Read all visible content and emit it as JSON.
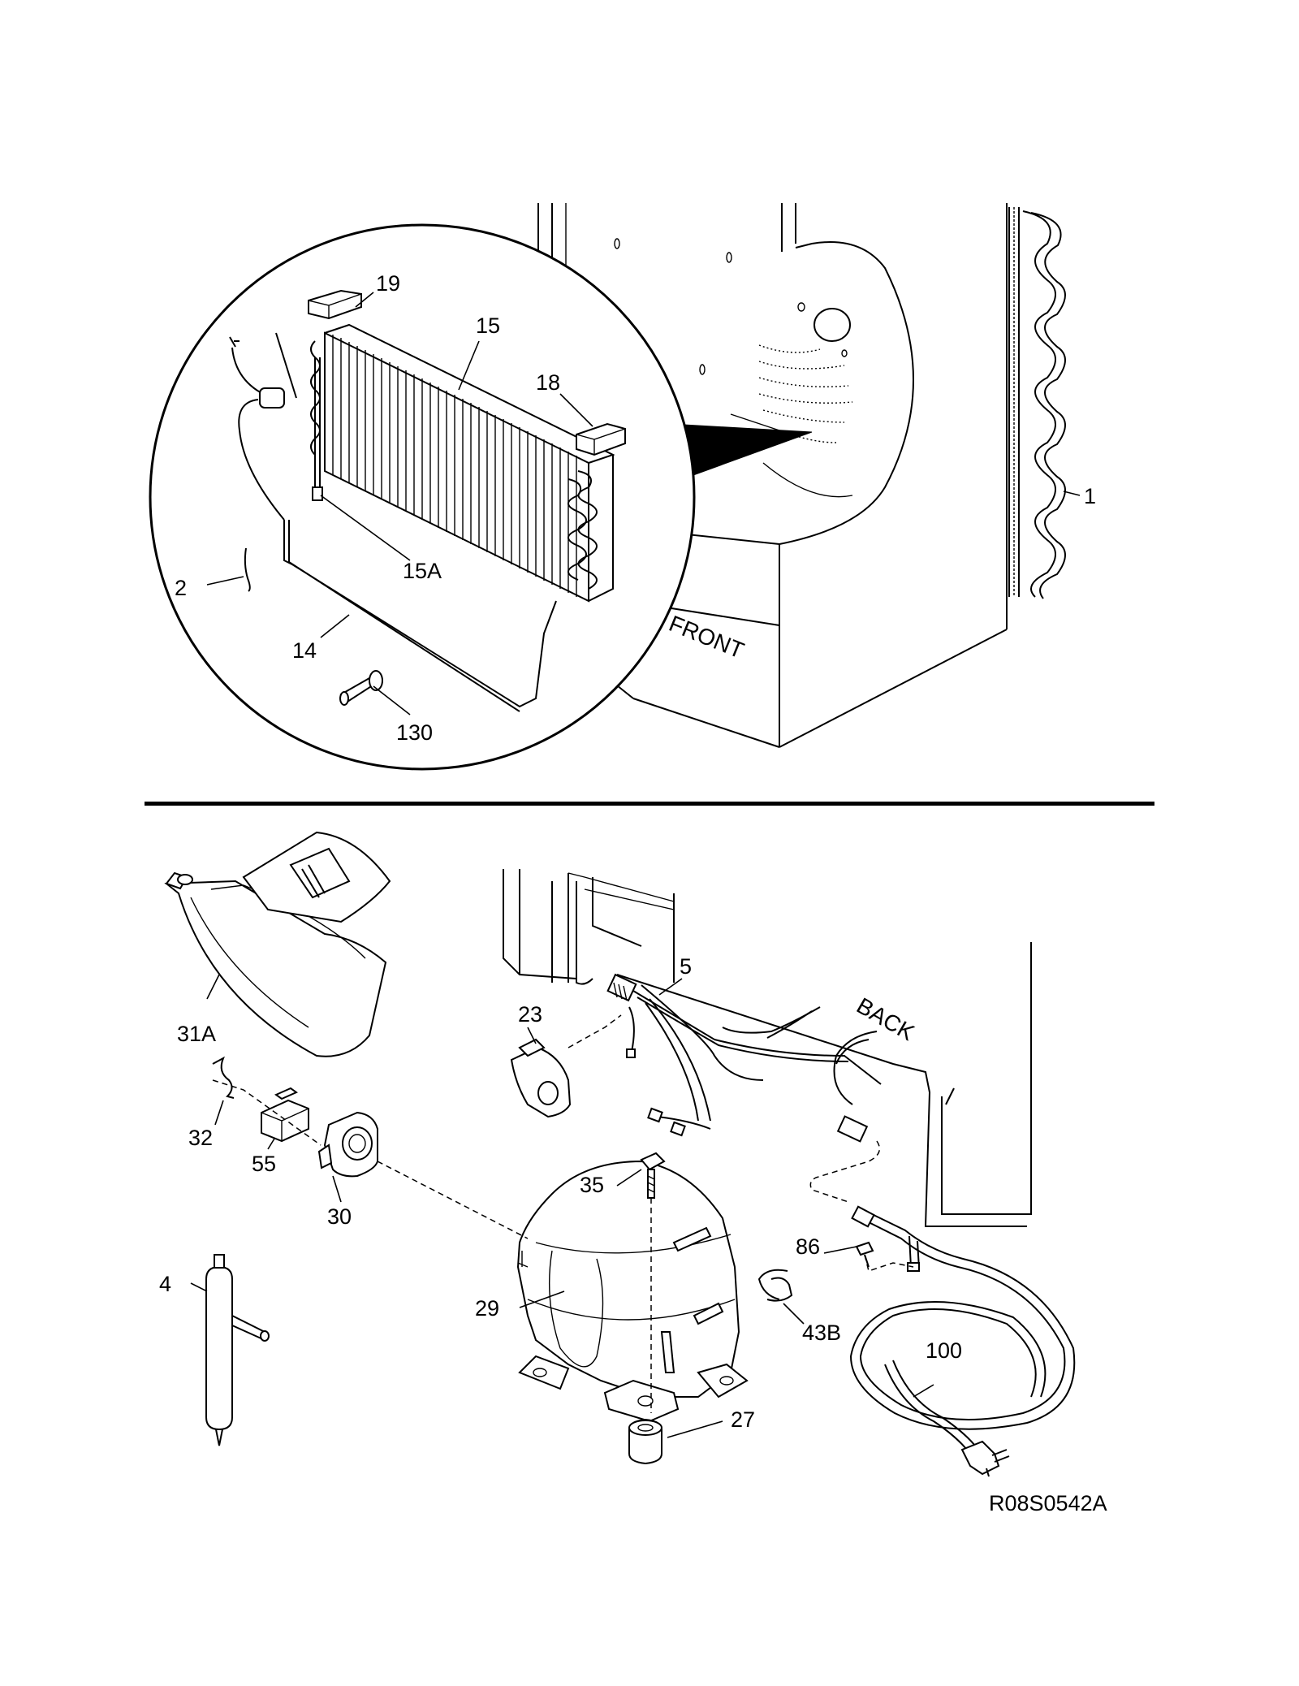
{
  "callouts": {
    "c1": "1",
    "c2": "2",
    "c14": "14",
    "c15": "15",
    "c15a": "15A",
    "c18": "18",
    "c19": "19",
    "c130": "130",
    "c31a": "31A",
    "c32": "32",
    "c55": "55",
    "c30": "30",
    "c4": "4",
    "c23": "23",
    "c5": "5",
    "c35": "35",
    "c29": "29",
    "c27": "27",
    "c86": "86",
    "c43b": "43B",
    "c100": "100"
  },
  "cabinet_labels": {
    "front": "FRONT",
    "back": "BACK"
  },
  "drawing_number": "R08S0542A"
}
